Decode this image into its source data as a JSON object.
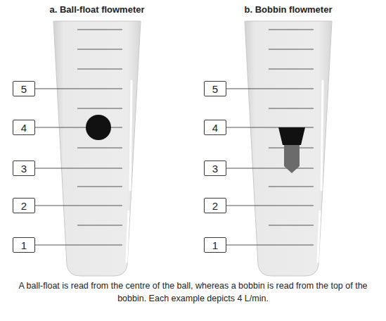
{
  "diagram": {
    "caption": "A ball-float is read from the centre of the ball, whereas a bobbin is read from the top of the bobbin. Each example depicts 4 L/min.",
    "nodes": [
      {
        "text": [
          "5"
        ]
      },
      {
        "text": [
          "4"
        ]
      },
      {
        "text": [
          "3"
        ]
      },
      {
        "text": [
          "2"
        ]
      },
      {
        "text": [
          "1"
        ]
      },
      {
        "text": [
          "5"
        ]
      },
      {
        "text": [
          "4"
        ]
      },
      {
        "text": [
          "3"
        ]
      },
      {
        "text": [
          "2"
        ]
      },
      {
        "text": [
          "1"
        ]
      }
    ],
    "labels": [
      "a. Ball-float flowmeter",
      "b. Bobbin flowmeter"
    ]
  }
}
